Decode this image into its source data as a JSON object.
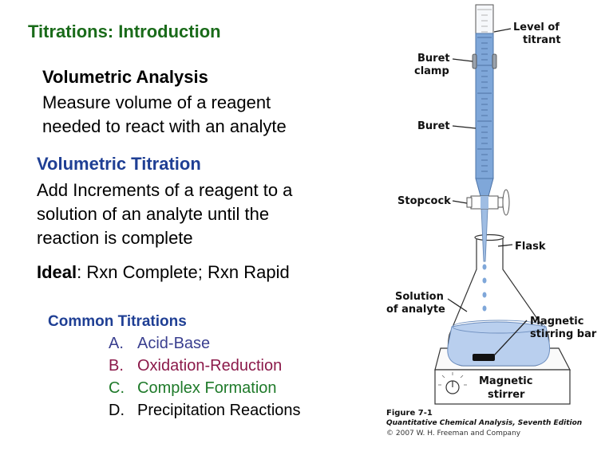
{
  "slide": {
    "title": "Titrations:  Introduction",
    "volumetric_analysis": {
      "heading": "Volumetric Analysis",
      "lines": [
        "Measure volume of a reagent",
        "needed to react with an analyte"
      ]
    },
    "volumetric_titration": {
      "heading": "Volumetric Titration",
      "lines": [
        "Add Increments of a reagent to a",
        "solution of an analyte until the",
        "reaction is complete"
      ]
    },
    "ideal": {
      "label": "Ideal",
      "text": ":  Rxn Complete; Rxn Rapid"
    },
    "common_titrations": {
      "heading": "Common Titrations",
      "items": [
        {
          "letter": "A.",
          "text": "Acid-Base",
          "color": "#3a3f8f"
        },
        {
          "letter": "B.",
          "text": "Oxidation-Reduction",
          "color": "#8b1a4a"
        },
        {
          "letter": "C.",
          "text": "Complex Formation",
          "color": "#1f7a2a"
        },
        {
          "letter": "D.",
          "text": "Precipitation Reactions",
          "color": "#000000"
        }
      ]
    }
  },
  "figure": {
    "labels": {
      "level_of_titrant_1": "Level of",
      "level_of_titrant_2": "titrant",
      "buret_clamp_1": "Buret",
      "buret_clamp_2": "clamp",
      "buret": "Buret",
      "stopcock": "Stopcock",
      "flask": "Flask",
      "solution_1": "Solution",
      "solution_2": "of analyte",
      "stir_bar_1": "Magnetic",
      "stir_bar_2": "stirring bar",
      "stirrer_1": "Magnetic",
      "stirrer_2": "stirrer"
    },
    "caption": {
      "figure_number": "Figure 7-1",
      "book": "Quantitative Chemical Analysis, Seventh Edition",
      "copyright": "© 2007 W. H. Freeman and Company"
    }
  },
  "colors": {
    "title": "#1a6b1a",
    "heading_blue": "#1f3f94",
    "liquid": "#7fa7d9",
    "solution": "#b9cfee"
  }
}
